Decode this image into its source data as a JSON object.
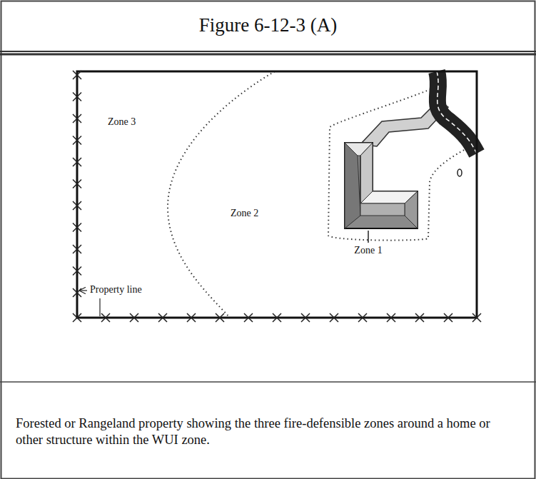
{
  "diagram": {
    "title": "Figure 6-12-3 (A)",
    "caption": "Forested or Rangeland property showing the three fire-defensible zones around a home or other structure within the WUI zone.",
    "labels": [
      "Zone 3",
      "Zone 2",
      "Zone 1",
      "Property line"
    ]
  }
}
